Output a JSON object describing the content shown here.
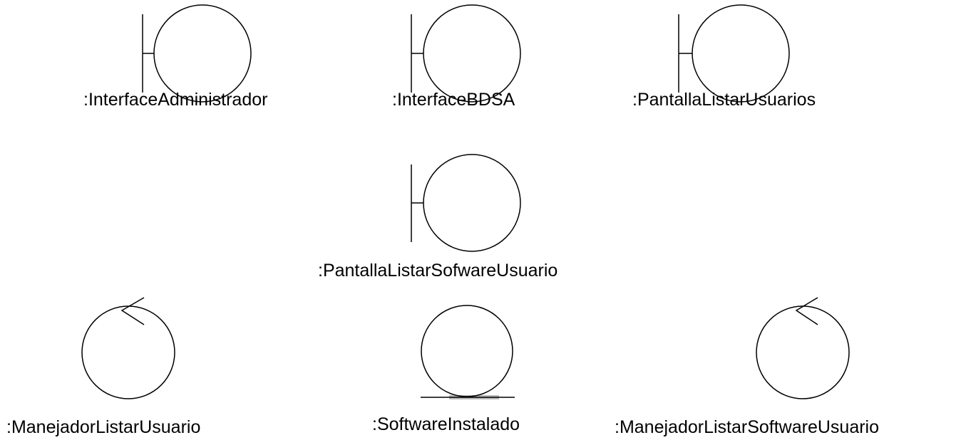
{
  "diagram": {
    "objects": [
      {
        "kind": "boundary",
        "label": ":InterfaceAdministrador"
      },
      {
        "kind": "boundary",
        "label": ":InterfaceBDSA"
      },
      {
        "kind": "boundary",
        "label": ":PantallaListarUsuarios"
      },
      {
        "kind": "boundary",
        "label": ":PantallaListarSofwareUsuario"
      },
      {
        "kind": "control",
        "label": ":ManejadorListarUsuario"
      },
      {
        "kind": "entity",
        "label": ":SoftwareInstalado"
      },
      {
        "kind": "control",
        "label": ":ManejadorListarSoftwareUsuario"
      }
    ]
  },
  "colors": {
    "stroke": "#000000",
    "background": "#ffffff",
    "entity_shadow": "#bbbbbb"
  }
}
